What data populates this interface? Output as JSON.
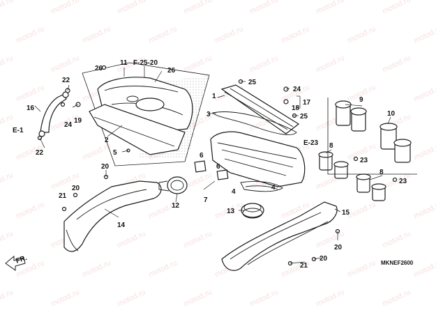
{
  "diagram": {
    "watermark_text": "motod.ru",
    "diagram_code": "MKNEF2600",
    "ref_labels": [
      "F-25-20",
      "E-1",
      "E-23"
    ],
    "direction_label": "FR.",
    "callouts": [
      {
        "id": "c1",
        "label": "1"
      },
      {
        "id": "c2",
        "label": "2"
      },
      {
        "id": "c3",
        "label": "3"
      },
      {
        "id": "c4a",
        "label": "4"
      },
      {
        "id": "c4b",
        "label": "4"
      },
      {
        "id": "c5",
        "label": "5"
      },
      {
        "id": "c6",
        "label": "6"
      },
      {
        "id": "c6b",
        "label": "6"
      },
      {
        "id": "c7",
        "label": "7"
      },
      {
        "id": "c8a",
        "label": "8"
      },
      {
        "id": "c8b",
        "label": "8"
      },
      {
        "id": "c9",
        "label": "9"
      },
      {
        "id": "c10",
        "label": "10"
      },
      {
        "id": "c11",
        "label": "11"
      },
      {
        "id": "c12",
        "label": "12"
      },
      {
        "id": "c13",
        "label": "13"
      },
      {
        "id": "c14",
        "label": "14"
      },
      {
        "id": "c15",
        "label": "15"
      },
      {
        "id": "c16",
        "label": "16"
      },
      {
        "id": "c17",
        "label": "17"
      },
      {
        "id": "c18",
        "label": "18"
      },
      {
        "id": "c19",
        "label": "19"
      },
      {
        "id": "c20a",
        "label": "20"
      },
      {
        "id": "c20b",
        "label": "20"
      },
      {
        "id": "c20c",
        "label": "20"
      },
      {
        "id": "c20d",
        "label": "20"
      },
      {
        "id": "c21a",
        "label": "21"
      },
      {
        "id": "c21b",
        "label": "21"
      },
      {
        "id": "c22a",
        "label": "22"
      },
      {
        "id": "c22b",
        "label": "22"
      },
      {
        "id": "c23a",
        "label": "23"
      },
      {
        "id": "c23b",
        "label": "23"
      },
      {
        "id": "c24a",
        "label": "24"
      },
      {
        "id": "c24b",
        "label": "24"
      },
      {
        "id": "c25a",
        "label": "25"
      },
      {
        "id": "c25b",
        "label": "25"
      },
      {
        "id": "c26a",
        "label": "26"
      },
      {
        "id": "c26b",
        "label": "26"
      }
    ]
  }
}
